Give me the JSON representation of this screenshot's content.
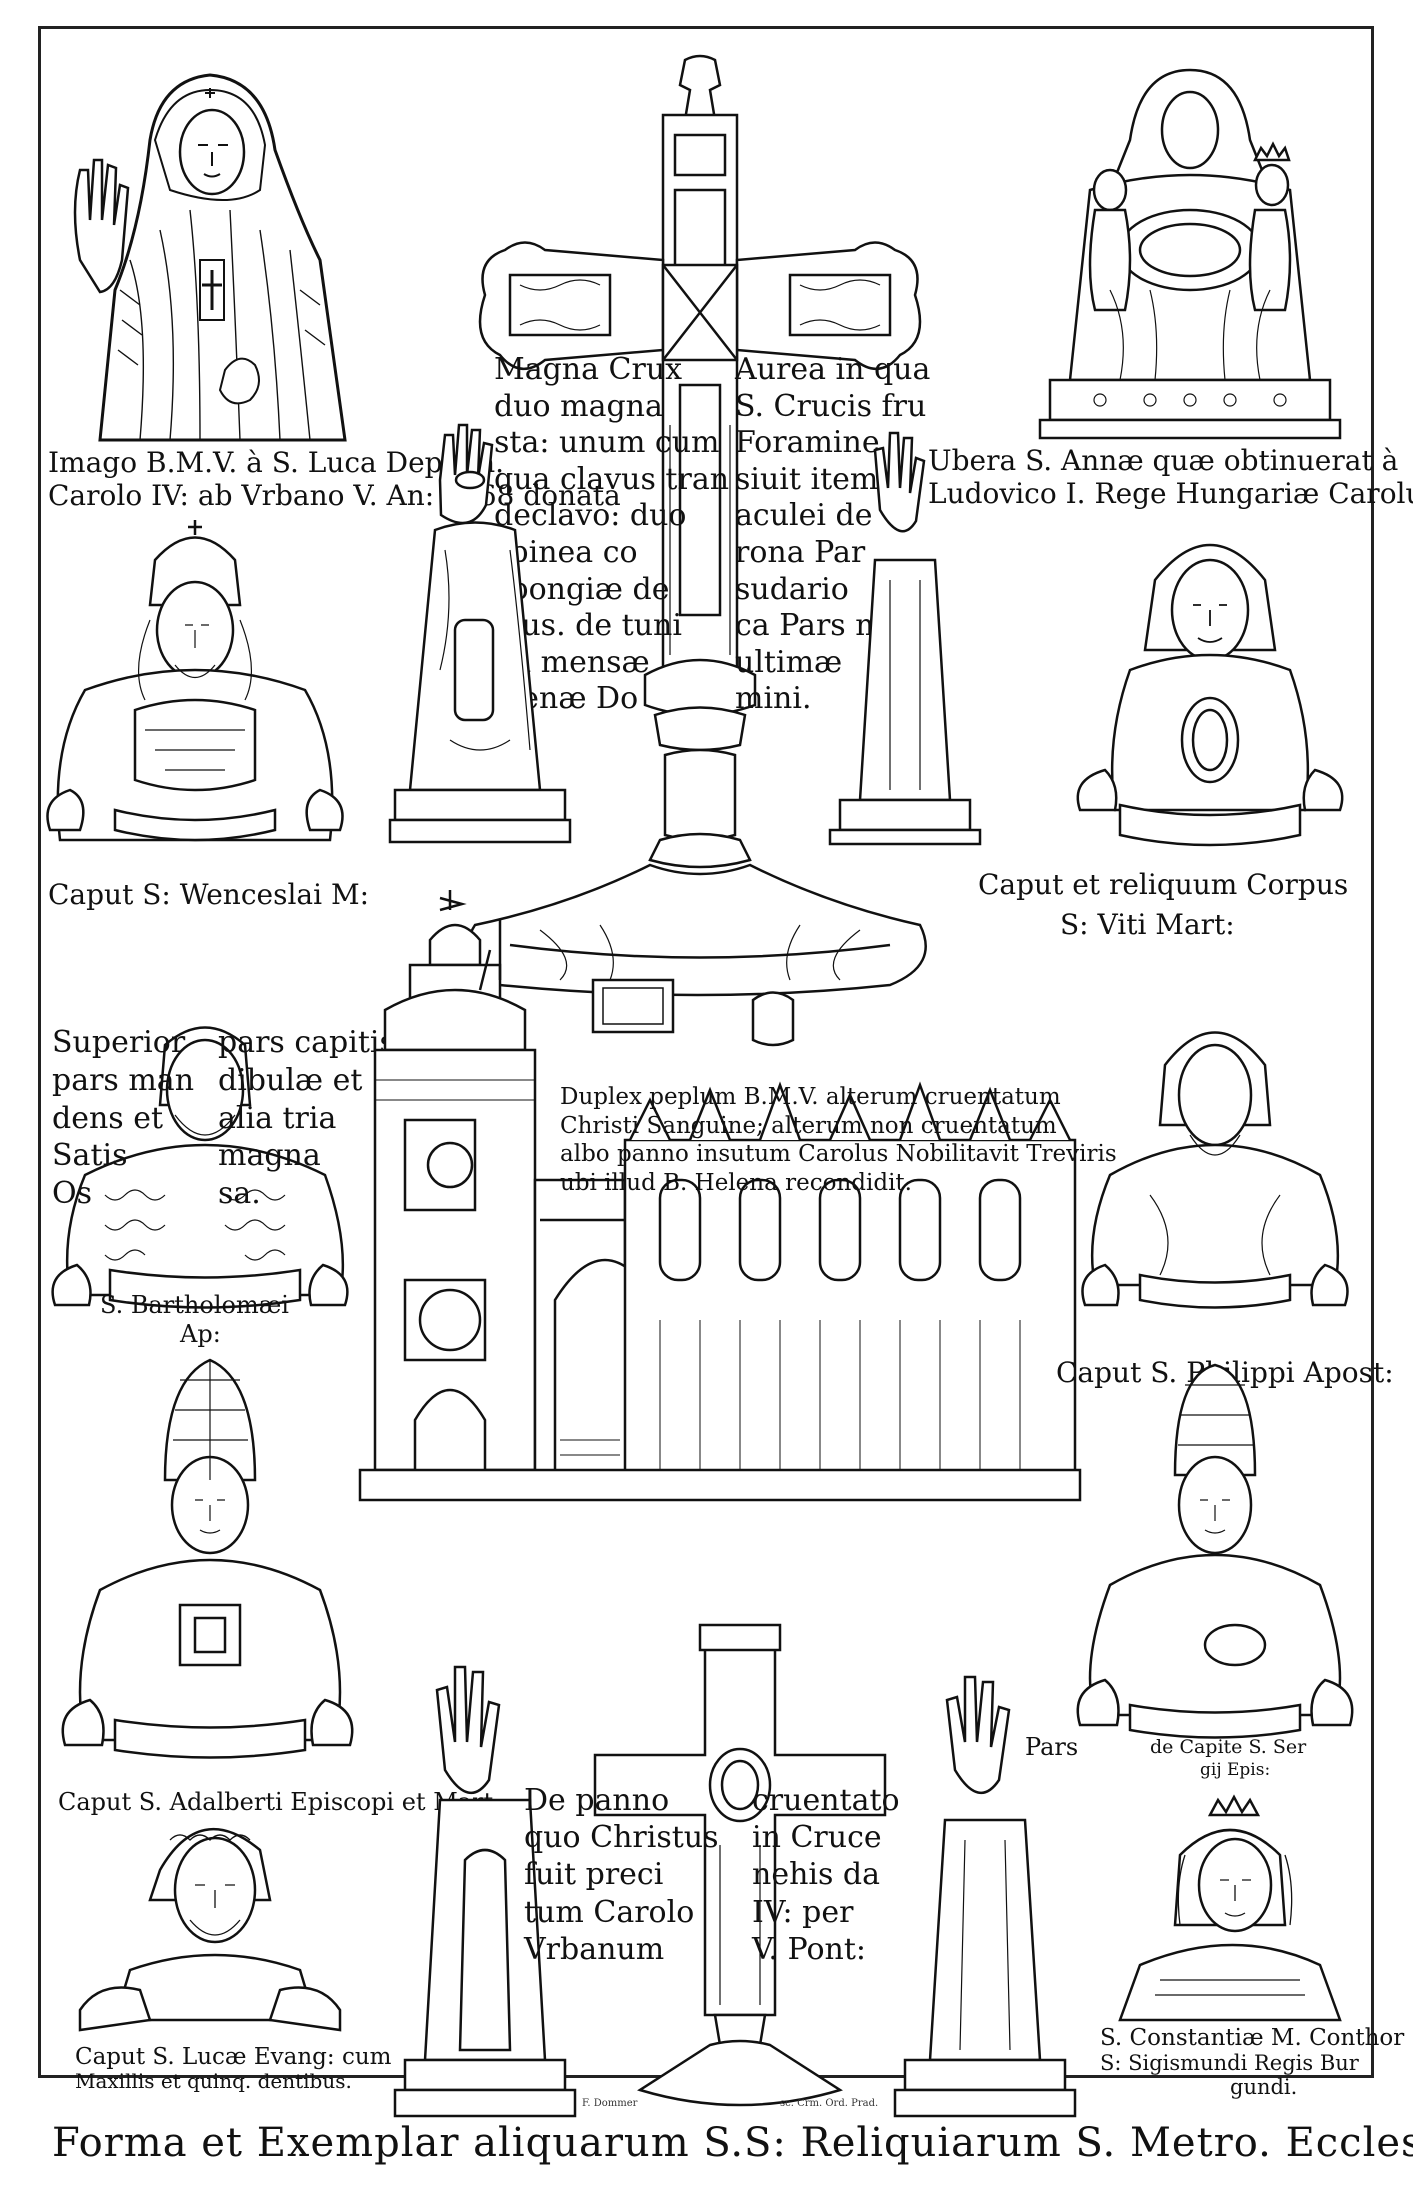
{
  "engraving": {
    "title": "Forma et Exemplar aliquarum S.S: Reliquiarum S. Metro. Eccles. Prag:",
    "labels": {
      "virgin_image_1": "Imago B.M.V. à S. Luca Depicta.",
      "virgin_image_2": "Carolo IV: ab Vrbano V. An: 1368 donata",
      "anna_1": "Ubera S. Annæ quæ obtinuerat à",
      "anna_2": "Ludovico I. Rege Hungariæ Carolus IV.",
      "cross_left": [
        "Magna Crux",
        "duo magna",
        "sta: unum cum",
        "qua clavus tran",
        "declavo: duo",
        "spinea co",
        "spongiæ de",
        "eius. de tuni",
        "pa mensæ",
        "cænæ Do"
      ],
      "cross_right": [
        "Aurea in qua",
        "S. Crucis fru",
        "Foramine",
        "siuit item",
        "aculei de",
        "rona Par",
        "sudario",
        "ca Pars map",
        "ultimæ",
        "mini."
      ],
      "wenceslaus": "Caput S: Wenceslai M:",
      "vitus_1": "Caput et reliquum Corpus",
      "vitus_2": "S: Viti Mart:",
      "bartholomew_left": [
        "Superior",
        "pars man",
        "dens et",
        "Satis",
        "Os"
      ],
      "bartholomew_right": [
        "pars capitis",
        "dibulæ et",
        "alia tria",
        "magna",
        "sa."
      ],
      "bartholomew_name_1": "S. Bartholomæi",
      "bartholomew_name_2": "Ap:",
      "peplum": [
        "Duplex peplum B.M.V. alterum cruentatum",
        "Christi Sanguine; alterum non cruentatum",
        "albo panno insutum Carolus Nobilitavit Treviris",
        "ubi illud B. Helena recondidit."
      ],
      "philip": "Caput S. Philippi Apost:",
      "adalbert": "Caput S. Adalberti Episcopi et Mart:",
      "sergius_left": "Pars",
      "sergius_right_1": "de Capite S. Ser",
      "sergius_right_2": "gij Epis:",
      "cloth_left": [
        "De panno",
        "quo Christus",
        "fuit preci",
        "tum Carolo",
        "Vrbanum"
      ],
      "cloth_right": [
        "cruentato",
        "in Cruce",
        "nehis da",
        "IV: per",
        "V. Pont:"
      ],
      "luke_1": "Caput S. Lucæ Evang: cum",
      "luke_2": "Maxillis et quinq. dentibus.",
      "constantia_1": "S. Constantiæ M. Conthor",
      "constantia_2": "S: Sigismundi Regis Bur",
      "constantia_3": "gundi.",
      "sig_left": "F. Dommer",
      "sig_right": "sc. Crm. Ord. Prad."
    }
  }
}
